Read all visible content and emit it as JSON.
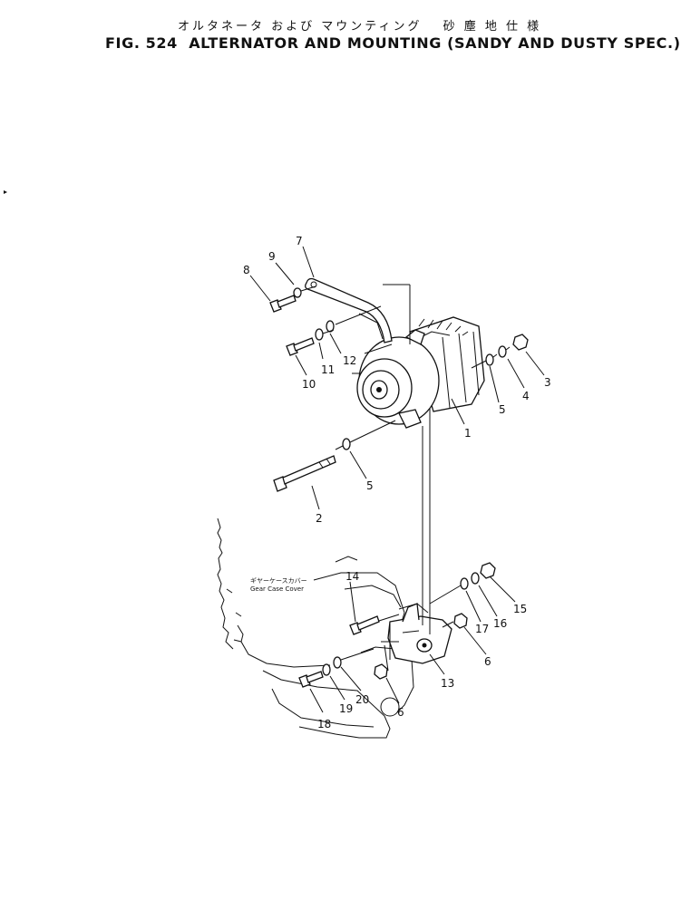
{
  "title": {
    "japanese": "オルタネータ および マウンティング　 砂 塵 地 仕 様",
    "english": "FIG. 524  ALTERNATOR AND MOUNTING (SANDY AND DUSTY SPEC.)"
  },
  "annotations": {
    "gear_case_cover_jp": "ギヤーケースカバー",
    "gear_case_cover_en": "Gear Case Cover"
  },
  "part_labels": [
    "1",
    "2",
    "3",
    "4",
    "5",
    "5",
    "6",
    "6",
    "7",
    "8",
    "9",
    "10",
    "11",
    "12",
    "13",
    "14",
    "15",
    "16",
    "17",
    "18",
    "19",
    "20"
  ]
}
